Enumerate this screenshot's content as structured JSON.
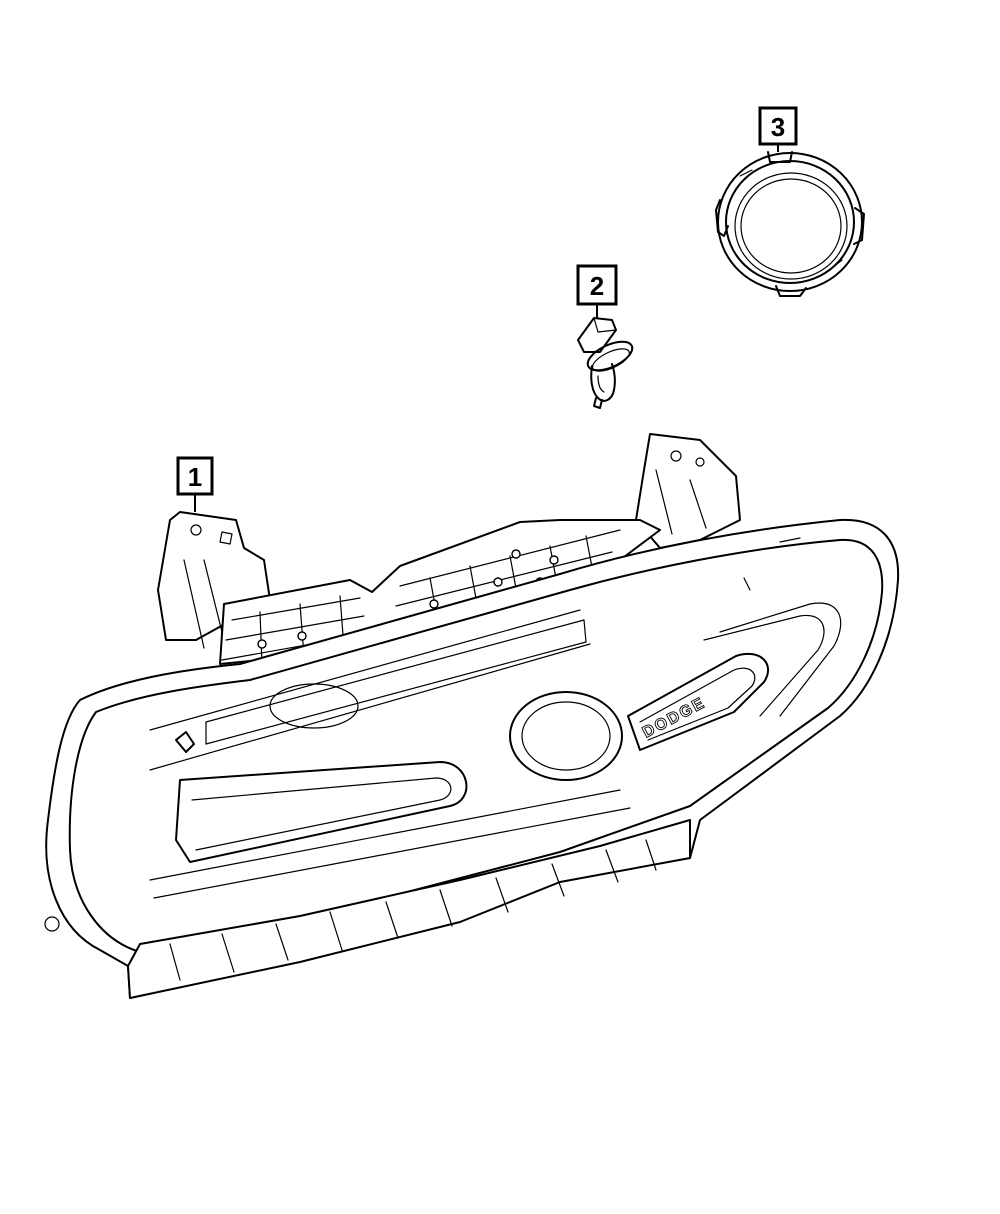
{
  "callouts": [
    {
      "id": "1",
      "label": "1",
      "part": "headlamp-assembly"
    },
    {
      "id": "2",
      "label": "2",
      "part": "bulb"
    },
    {
      "id": "3",
      "label": "3",
      "part": "retaining-ring"
    }
  ],
  "badge_text": "DODGE"
}
